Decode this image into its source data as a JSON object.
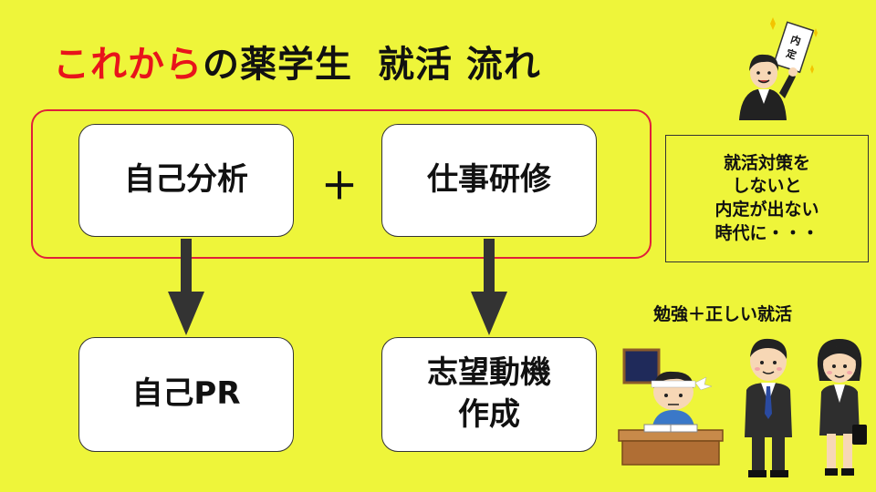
{
  "title": {
    "highlight": "これから",
    "rest": "の薬学生",
    "topic": "就活 流れ"
  },
  "boxes": {
    "self_analysis": "自己分析",
    "job_training": "仕事研修",
    "self_pr": "自己PR",
    "motivation_line1": "志望動機",
    "motivation_line2": "作成"
  },
  "operator": "＋",
  "note": {
    "lines": [
      "就活対策を",
      "しないと",
      "内定が出ない",
      "時代に・・・"
    ]
  },
  "caption": "勉強＋正しい就活",
  "illustrations": {
    "offer_sign_text": "内定",
    "icons": [
      "woman-with-offer-sign-icon",
      "studying-student-icon",
      "businessman-icon",
      "businesswoman-icon"
    ]
  },
  "colors": {
    "background": "#eef53a",
    "accent_red": "#e8141b",
    "frame_red": "#e0203a",
    "arrow": "#333333"
  }
}
